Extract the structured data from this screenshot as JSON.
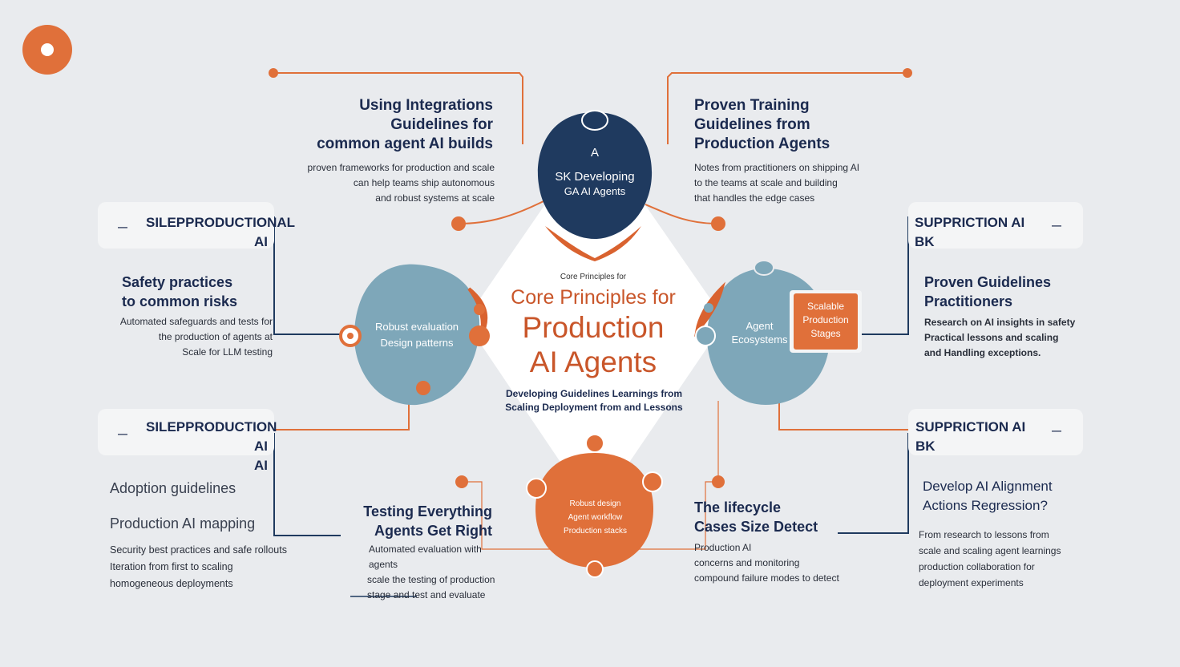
{
  "colors": {
    "accent": "#e0703a",
    "navy": "#1f3a5f",
    "steel": "#7ea7b9",
    "background": "#e9ebee"
  },
  "logo": {
    "icon": "circle-ring-icon"
  },
  "center": {
    "kicker": "Core Principles for",
    "title_line1": "Core Principles for",
    "title_line2": "Production",
    "title_line3": "AI Agents",
    "subtitle_line1": "Developing Guidelines Learnings from",
    "subtitle_line2": "Scaling Deployment from and Lessons"
  },
  "top_node": {
    "letter": "A",
    "line1": "SK Developing",
    "line2": "GA AI Agents"
  },
  "left_node": {
    "line1": "Robust evaluation",
    "line2": "Design patterns"
  },
  "right_node": {
    "line1": "Agent",
    "line2": "Ecosystems",
    "badge_line1": "Scalable",
    "badge_line2": "Production",
    "badge_line3": "Stages"
  },
  "bottom_node": {
    "line1": "Robust design",
    "line2": "Agent workflow",
    "line3": "Production stacks"
  },
  "top_left": {
    "title": [
      "Using Integrations",
      "Guidelines for",
      "common agent AI builds"
    ],
    "desc": [
      "proven frameworks for production and scale",
      "can help teams ship autonomous",
      "and robust systems at scale"
    ]
  },
  "top_right": {
    "title": [
      "Proven Training",
      "Guidelines from",
      "Production Agents"
    ],
    "desc": [
      "Notes from practitioners on shipping AI",
      "to the teams at scale and building",
      "that handles the edge cases"
    ]
  },
  "left_upper_bar": {
    "title_line1": "SILEPPRODUCTIONAL",
    "title_line2": "AI",
    "dash": "—"
  },
  "left_upper": {
    "title": [
      "Safety practices",
      "to common risks"
    ],
    "desc": [
      "Automated safeguards and tests for",
      "the production of agents at",
      "Scale for LLM testing"
    ]
  },
  "left_lower_bar": {
    "title_line1": "SILEPPRODUCTION AI",
    "title_line2": "AI",
    "dash": "—"
  },
  "left_lower": {
    "items": [
      "Adoption guidelines",
      "Production AI mapping"
    ],
    "desc": [
      "Security best practices and safe rollouts",
      "Iteration from first to scaling",
      "homogeneous deployments"
    ]
  },
  "right_upper_bar": {
    "title_line1": "SUPPRICTION AI",
    "title_line2": "BK",
    "dash": "—"
  },
  "right_upper": {
    "title": [
      "Proven Guidelines",
      "Practitioners"
    ],
    "desc": [
      "Research on AI insights in safety",
      "Practical lessons and scaling",
      "and Handling exceptions."
    ]
  },
  "right_lower_bar": {
    "title_line1": "SUPPRICTION AI",
    "title_line2": "BK",
    "dash": "—"
  },
  "right_lower": {
    "title": [
      "Develop AI Alignment",
      "Actions Regression?"
    ],
    "desc": [
      "From research to lessons from",
      "scale and scaling agent learnings",
      "production collaboration for",
      "deployment experiments"
    ]
  },
  "bottom_left": {
    "title": [
      "Testing Everything",
      "Agents Get Right"
    ],
    "desc": [
      "Automated evaluation with agents",
      "scale the testing of production",
      "stage and test and evaluate"
    ]
  },
  "bottom_right": {
    "title": [
      "The lifecycle",
      "Cases Size Detect"
    ],
    "desc": [
      "Production AI",
      "concerns and monitoring",
      "compound failure modes to detect"
    ]
  }
}
